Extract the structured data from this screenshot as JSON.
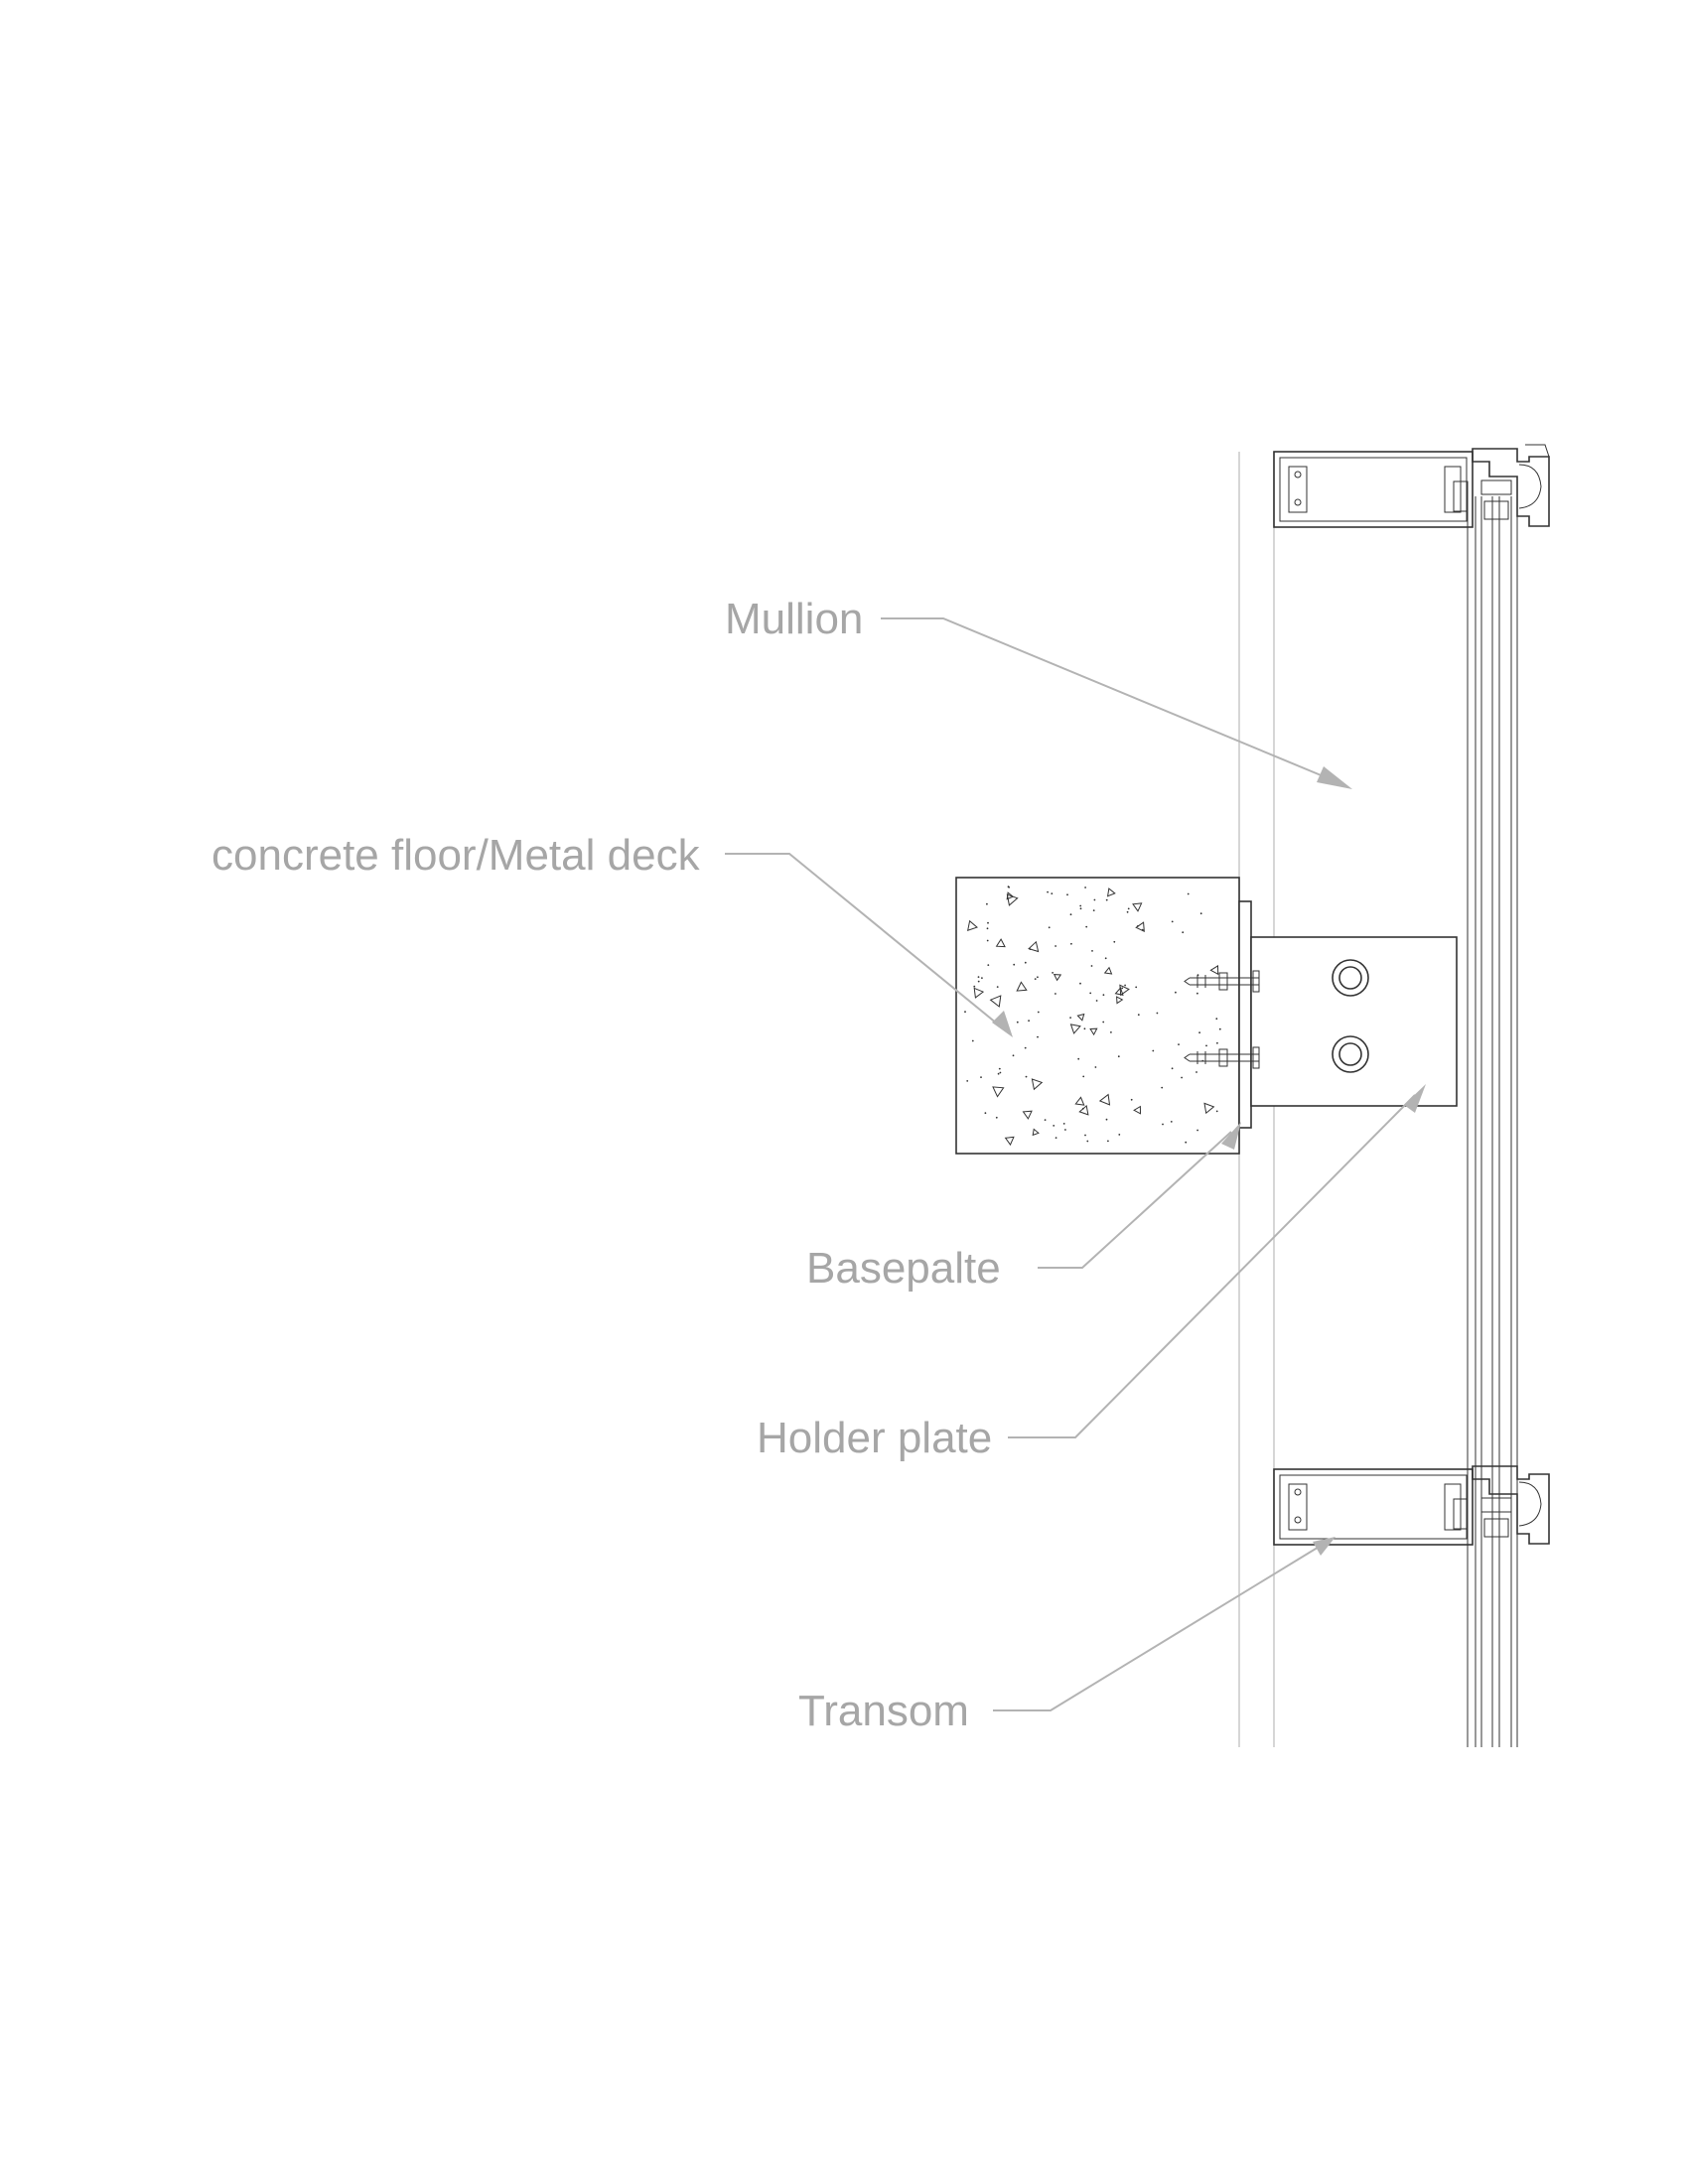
{
  "labels": {
    "mullion": "Mullion",
    "concrete": "concrete floor/Metal deck",
    "baseplate": "Basepalte",
    "holder": "Holder plate",
    "transom": "Transom"
  },
  "colors": {
    "label": "#a6a6a6",
    "leader": "#b3b3b3",
    "linework": "#333333",
    "light_linework": "#c4c4c4"
  }
}
